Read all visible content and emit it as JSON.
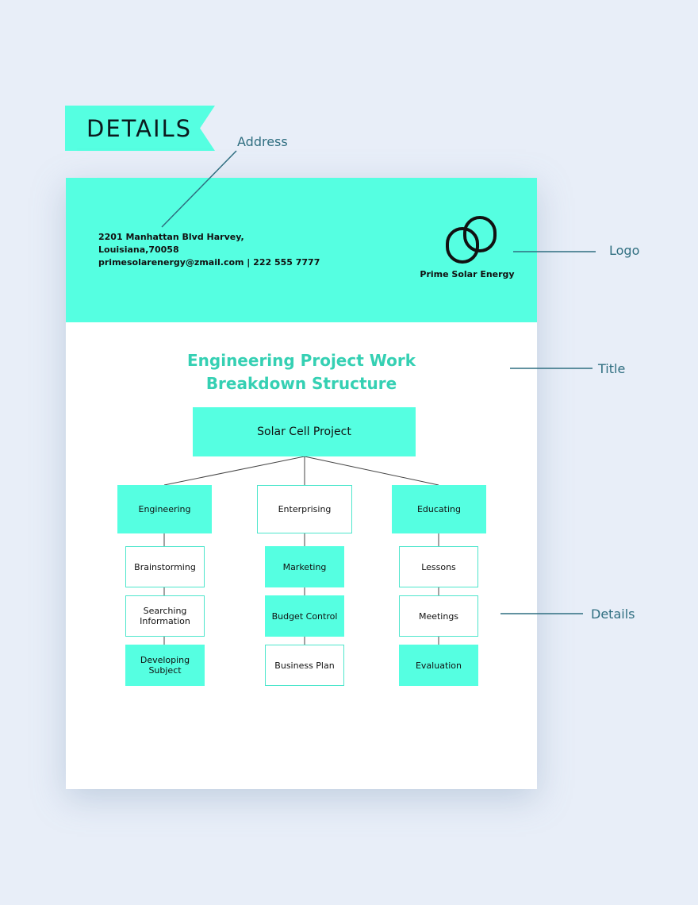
{
  "ribbon": {
    "label": "DETAILS"
  },
  "callouts": {
    "address": "Address",
    "logo": "Logo",
    "title": "Title",
    "details": "Details"
  },
  "header": {
    "address_line1": "2201 Manhattan Blvd Harvey,",
    "address_line2": "Louisiana,70058",
    "contact_line": "primesolarenergy@zmail.com | 222 555 7777",
    "company_name": "Prime Solar Energy"
  },
  "document": {
    "title_line1": "Engineering Project Work",
    "title_line2": "Breakdown Structure"
  },
  "tree": {
    "root": "Solar Cell Project",
    "branches": [
      {
        "label": "Engineering",
        "children": [
          "Brainstorming",
          "Searching Information",
          "Developing Subject"
        ]
      },
      {
        "label": "Enterprising",
        "children": [
          "Marketing",
          "Budget Control",
          "Business Plan"
        ]
      },
      {
        "label": "Educating",
        "children": [
          "Lessons",
          "Meetings",
          "Evaluation"
        ]
      }
    ]
  },
  "colors": {
    "accent": "#55ffe1",
    "title": "#35d0b3",
    "callout": "#2f6e80",
    "background": "#e8eef8"
  }
}
